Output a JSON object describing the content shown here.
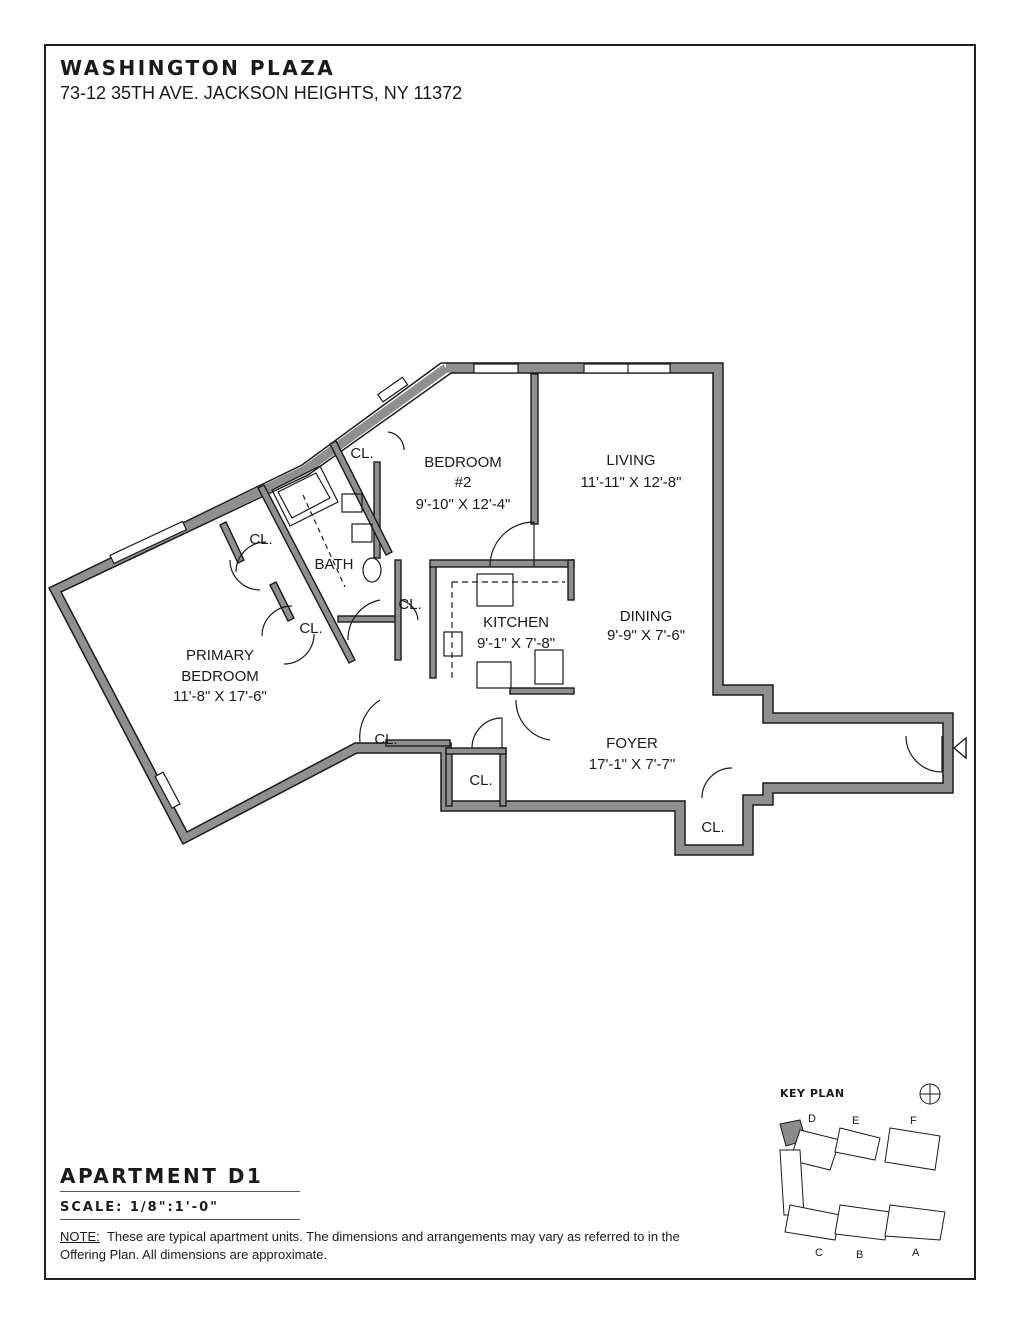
{
  "header": {
    "building_name": "WASHINGTON PLAZA",
    "address": "73-12 35TH AVE. JACKSON HEIGHTS, NY 11372"
  },
  "rooms": {
    "bedroom2": {
      "name_line1": "BEDROOM",
      "name_line2": "#2",
      "size": "9'-10\" X 12'-4\""
    },
    "living": {
      "name": "LIVING",
      "size": "11'-11\" X 12'-8\""
    },
    "kitchen": {
      "name": "KITCHEN",
      "size": "9'-1\" X 7'-8\""
    },
    "dining": {
      "name": "DINING",
      "size": "9'-9\" X 7'-6\""
    },
    "foyer": {
      "name": "FOYER",
      "size": "17'-1\" X 7'-7\""
    },
    "bath": {
      "name": "BATH"
    },
    "primary_bedroom": {
      "name_line1": "PRIMARY",
      "name_line2": "BEDROOM",
      "size": "11'-8\" X 17'-6\""
    },
    "closets": [
      "CL.",
      "CL.",
      "CL.",
      "CL.",
      "CL.",
      "CL.",
      "CL."
    ]
  },
  "footer": {
    "apartment": "APARTMENT D1",
    "scale": "SCALE: 1/8\":1'-0\"",
    "note_label": "NOTE:",
    "note_text": "These are typical apartment units. The dimensions and arrangements may vary as referred to in the Offering Plan. All dimensions are approximate."
  },
  "key_plan": {
    "title": "KEY PLAN",
    "units": [
      "D",
      "E",
      "F",
      "C",
      "B",
      "A"
    ],
    "highlight_unit": "D",
    "highlight_color": "#8a8a8a"
  },
  "colors": {
    "wall": "#8f8f8f",
    "line": "#1a1a1a"
  }
}
